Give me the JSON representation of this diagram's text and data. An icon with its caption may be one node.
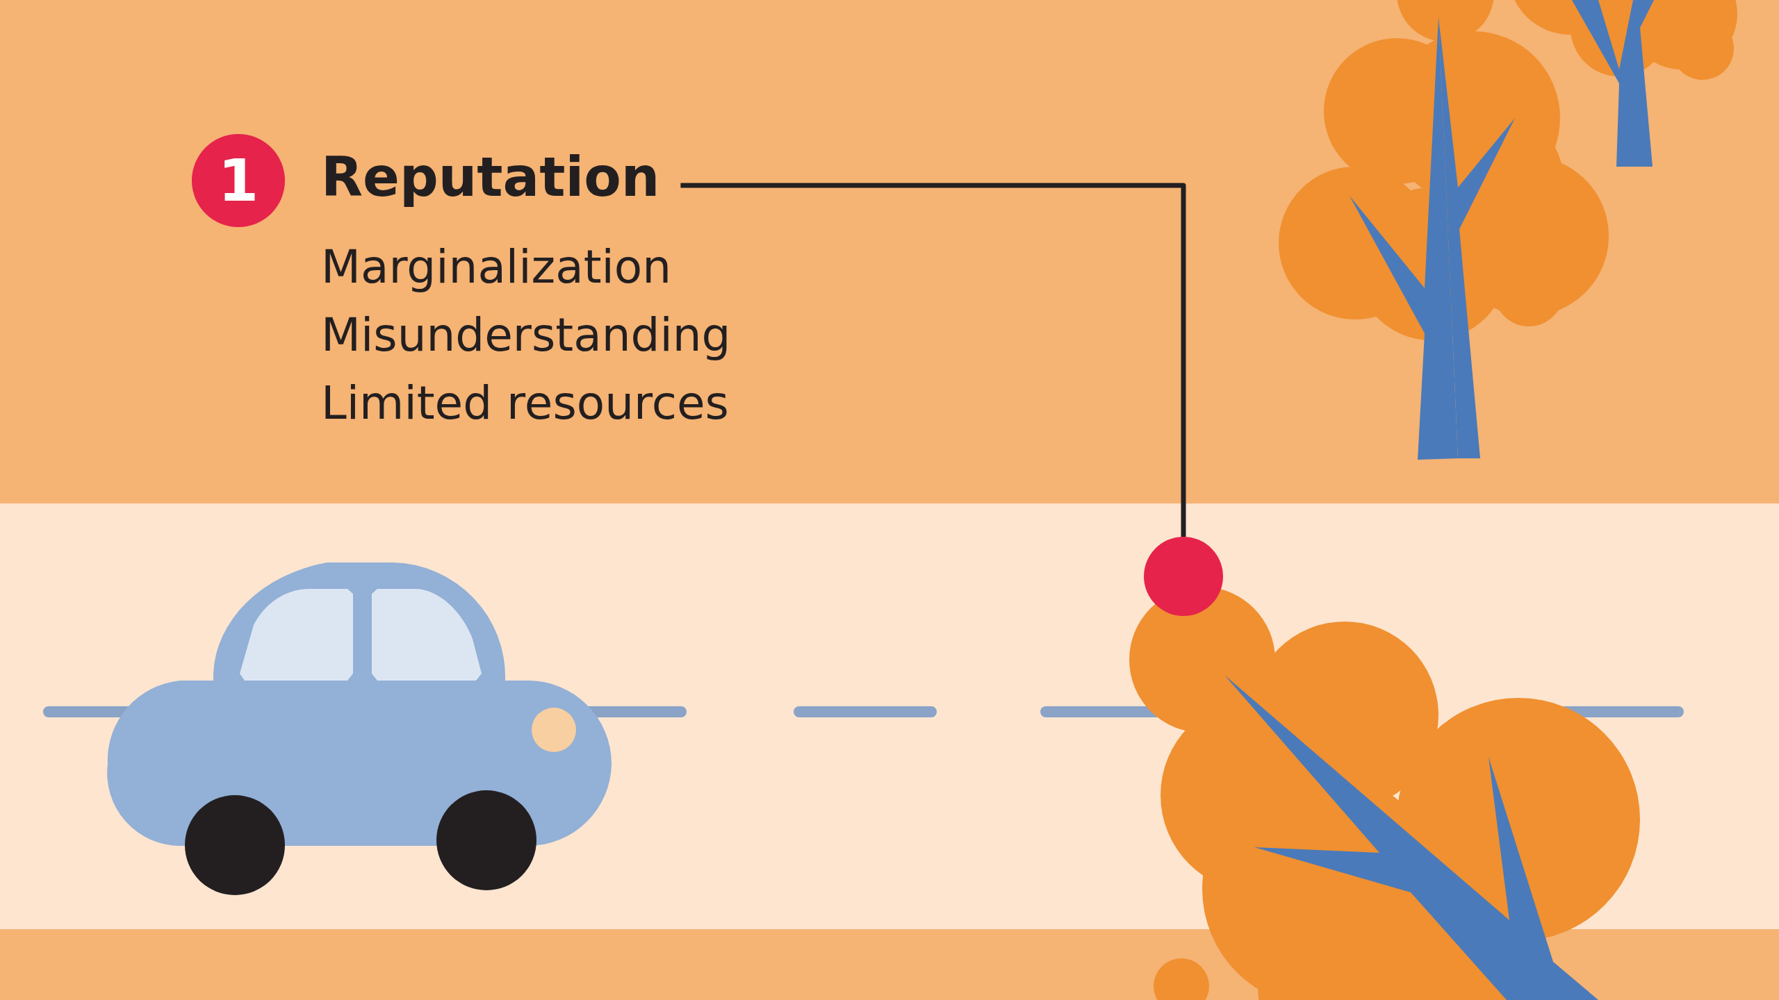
{
  "diagram": {
    "nodes": [
      {
        "text": [
          "Reputation",
          "Marginalization",
          "Misunderstanding",
          "Limited resources"
        ]
      },
      {
        "text": [],
        "shape": "circle"
      }
    ],
    "edges": [
      {
        "from": 0,
        "to": 1,
        "arrow": "none"
      }
    ],
    "labels": [
      "1"
    ]
  }
}
